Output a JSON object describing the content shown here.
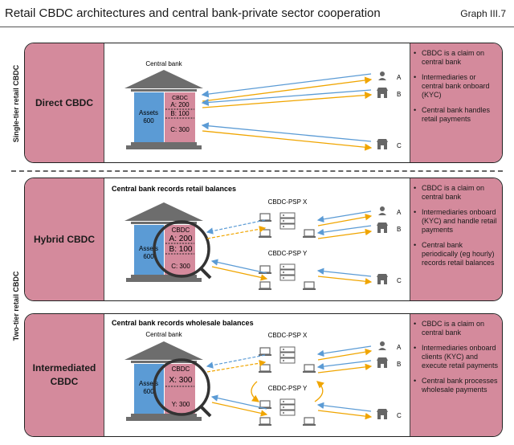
{
  "header": {
    "title": "Retail CBDC architectures and central bank-private sector cooperation",
    "graph_id": "Graph III.7"
  },
  "side_labels": {
    "single_tier": "Single-tier retail CBDC",
    "two_tier": "Two-tier retail CBDC"
  },
  "panels": [
    {
      "name": "Direct CBDC",
      "caption": "",
      "bank_label": "Central bank",
      "assets": "Assets",
      "assets_value": "600",
      "cbdc": "CBDC",
      "liab": [
        "A: 200",
        "B: 100",
        "C: 300"
      ],
      "bullets": [
        "CBDC is a claim on central bank",
        "Intermediaries or central bank onboard (KYC)",
        "Central bank handles retail payments"
      ]
    },
    {
      "name": "Hybrid CBDC",
      "caption": "Central bank records retail balances",
      "bank_label": "",
      "assets": "Assets",
      "assets_value": "600",
      "cbdc": "CBDC",
      "liab": [
        "A: 200",
        "B: 100",
        "C: 300"
      ],
      "psp_x": "CBDC-PSP X",
      "psp_y": "CBDC-PSP Y",
      "bullets": [
        "CBDC is a claim on central bank",
        "Intermediaries onboard (KYC) and handle retail payments",
        "Central bank periodically (eg hourly) records retail balances"
      ]
    },
    {
      "name_line1": "Intermediated",
      "name_line2": "CBDC",
      "caption": "Central bank records wholesale balances",
      "bank_label": "Central bank",
      "assets": "Assets",
      "assets_value": "600",
      "cbdc": "CBDC",
      "liab": [
        "X: 300",
        "Y: 300"
      ],
      "psp_x": "CBDC-PSP X",
      "psp_y": "CBDC-PSP Y",
      "bullets": [
        "CBDC is a claim on central bank",
        "Intermediaries onboard clients (KYC) and execute retail payments",
        "Central bank processes wholesale payments"
      ]
    }
  ],
  "users": [
    "A",
    "B",
    "C"
  ],
  "colors": {
    "pink": "#d48a9c",
    "blue": "#5b9bd5",
    "gray": "#6d6d6d",
    "arrow_blue": "#5b9bd5",
    "arrow_orange": "#f0a500"
  }
}
